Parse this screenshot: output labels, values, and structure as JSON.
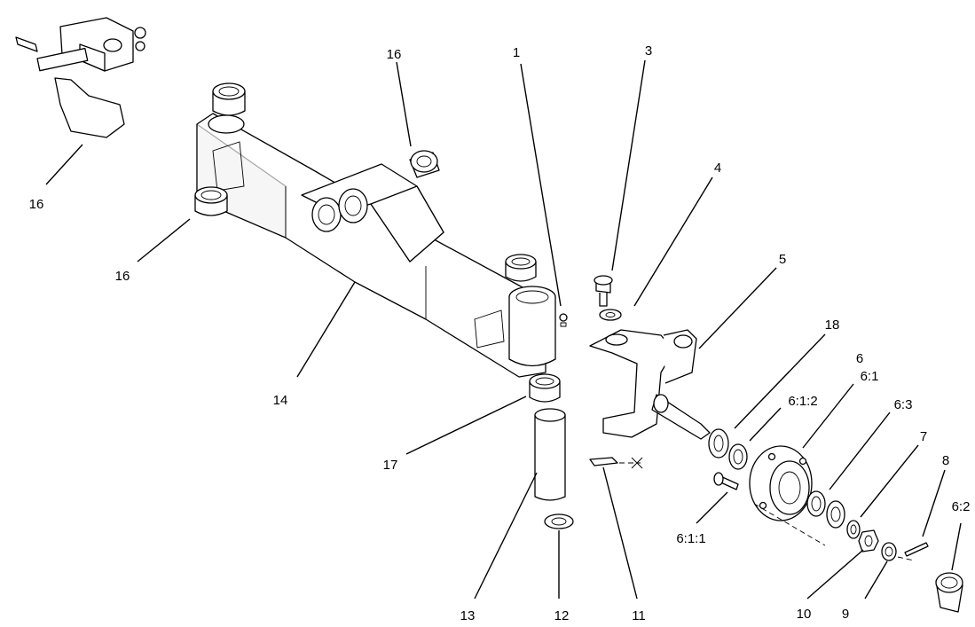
{
  "callouts": [
    {
      "id": "c1",
      "text": "1"
    },
    {
      "id": "c3",
      "text": "3"
    },
    {
      "id": "c4",
      "text": "4"
    },
    {
      "id": "c5",
      "text": "5"
    },
    {
      "id": "c6",
      "text": "6"
    },
    {
      "id": "c61",
      "text": "6:1"
    },
    {
      "id": "c612",
      "text": "6:1:2"
    },
    {
      "id": "c63",
      "text": "6:3"
    },
    {
      "id": "c7",
      "text": "7"
    },
    {
      "id": "c8",
      "text": "8"
    },
    {
      "id": "c62",
      "text": "6:2"
    },
    {
      "id": "c9",
      "text": "9"
    },
    {
      "id": "c10",
      "text": "10"
    },
    {
      "id": "c611",
      "text": "6:1:1"
    },
    {
      "id": "c11",
      "text": "11"
    },
    {
      "id": "c12",
      "text": "12"
    },
    {
      "id": "c13",
      "text": "13"
    },
    {
      "id": "c14",
      "text": "14"
    },
    {
      "id": "c16a",
      "text": "16"
    },
    {
      "id": "c16b",
      "text": "16"
    },
    {
      "id": "c16c",
      "text": "16"
    },
    {
      "id": "c17",
      "text": "17"
    },
    {
      "id": "c18",
      "text": "18"
    }
  ]
}
